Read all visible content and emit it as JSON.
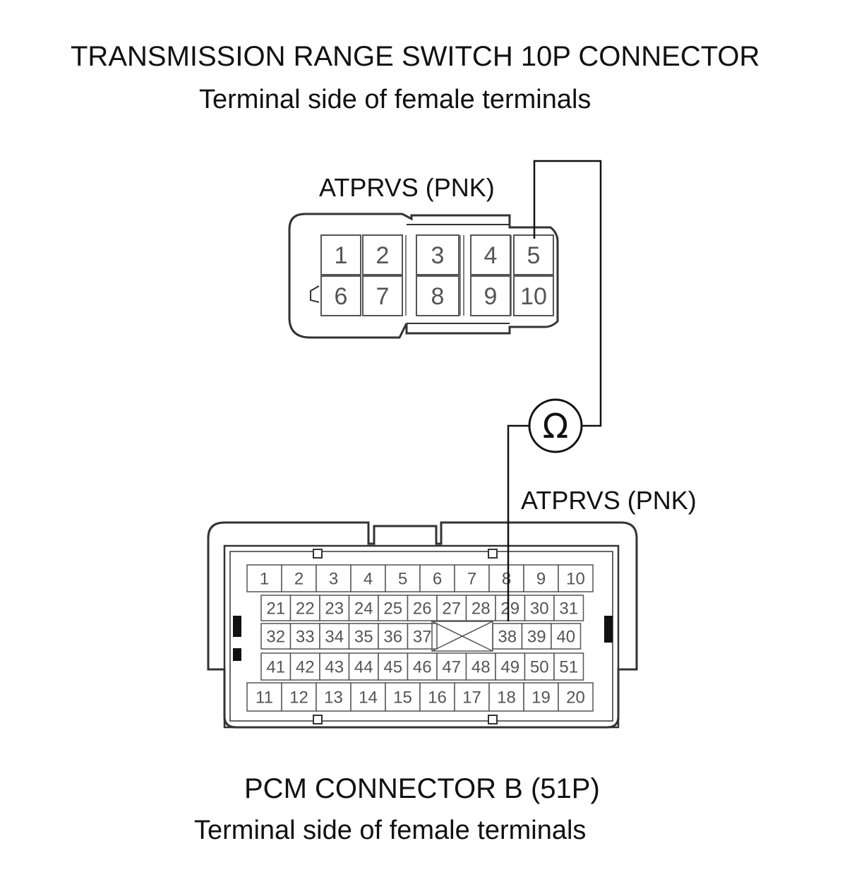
{
  "top_connector": {
    "title": "TRANSMISSION RANGE SWITCH 10P CONNECTOR",
    "subtitle": "Terminal side of female terminals",
    "wire_label": "ATPRVS (PNK)",
    "rows": [
      [
        "1",
        "2",
        "3",
        "4",
        "5"
      ],
      [
        "6",
        "7",
        "8",
        "9",
        "10"
      ]
    ]
  },
  "bottom_connector": {
    "title": "PCM CONNECTOR B (51P)",
    "subtitle": "Terminal side of female terminals",
    "wire_label": "ATPRVS (PNK)",
    "row1": [
      "1",
      "2",
      "3",
      "4",
      "5",
      "6",
      "7",
      "8",
      "9",
      "10"
    ],
    "row2": [
      "21",
      "22",
      "23",
      "24",
      "25",
      "26",
      "27",
      "28",
      "29",
      "30",
      "31"
    ],
    "row3_left": [
      "32",
      "33",
      "34",
      "35",
      "36",
      "37"
    ],
    "row3_right": [
      "38",
      "39",
      "40"
    ],
    "row4": [
      "41",
      "42",
      "43",
      "44",
      "45",
      "46",
      "47",
      "48",
      "49",
      "50",
      "51"
    ],
    "row5": [
      "11",
      "12",
      "13",
      "14",
      "15",
      "16",
      "17",
      "18",
      "19",
      "20"
    ]
  },
  "meter": {
    "symbol": "Ω",
    "icon": "ohmmeter-icon"
  }
}
